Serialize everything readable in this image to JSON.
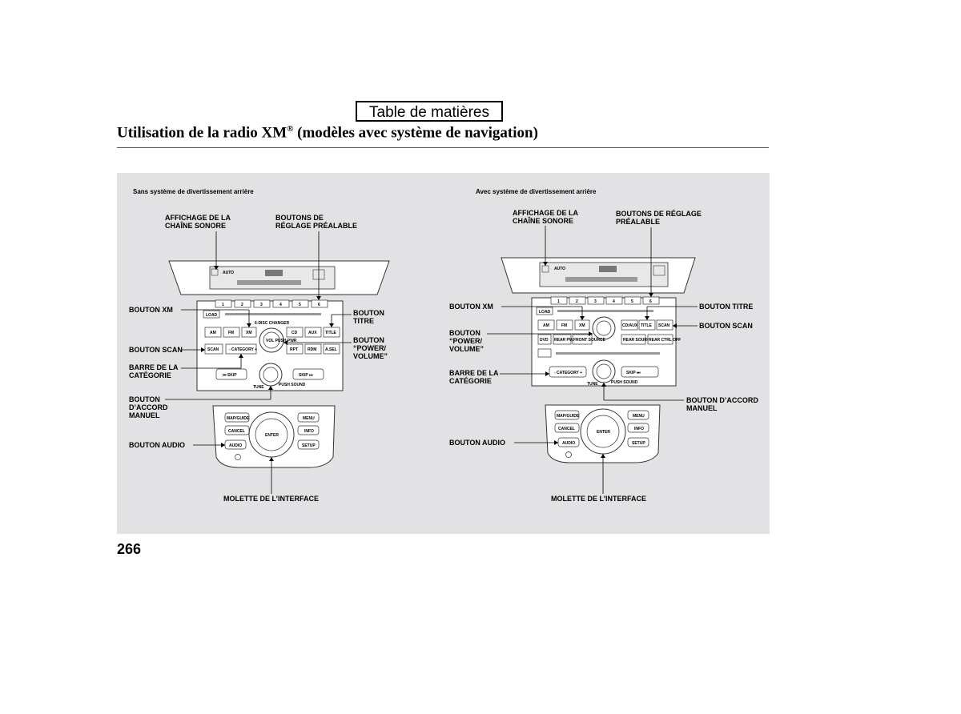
{
  "toc_button": "Table de matières",
  "title": {
    "main": "Utilisation de la radio XM",
    "reg": "®",
    "rest": " (modèles avec système de navigation)"
  },
  "page_number": "266",
  "left_diagram": {
    "subtitle": "Sans système de divertissement arrière",
    "labels": {
      "affichage_1": "AFFICHAGE DE LA",
      "affichage_2": "CHAÎNE SONORE",
      "boutons_1": "BOUTONS DE",
      "boutons_2": "RÉGLAGE PRÉALABLE",
      "xm": "BOUTON XM",
      "titre_1": "BOUTON",
      "titre_2": "TITRE",
      "scan": "BOUTON SCAN",
      "power_1": "BOUTON",
      "power_2": "“POWER/",
      "power_3": "VOLUME”",
      "barre_1": "BARRE DE LA",
      "barre_2": "CATÉGORIE",
      "accord_1": "BOUTON",
      "accord_2": "D’ACCORD",
      "accord_3": "MANUEL",
      "audio": "BOUTON AUDIO",
      "molette": "MOLETTE DE L’INTERFACE"
    }
  },
  "right_diagram": {
    "subtitle": "Avec système de divertissement arrière",
    "labels": {
      "affichage_1": "AFFICHAGE DE LA",
      "affichage_2": "CHAÎNE SONORE",
      "boutons_1": "BOUTONS DE RÉGLAGE",
      "boutons_2": "PRÉALABLE",
      "xm": "BOUTON XM",
      "titre": "BOUTON TITRE",
      "power_1": "BOUTON",
      "power_2": "“POWER/",
      "power_3": "VOLUME”",
      "scan": "BOUTON SCAN",
      "barre_1": "BARRE DE LA",
      "barre_2": "CATÉGORIE",
      "accord_1": "BOUTON D’ACCORD",
      "accord_2": "MANUEL",
      "audio": "BOUTON AUDIO",
      "molette": "MOLETTE DE L’INTERFACE"
    }
  },
  "unit": {
    "presets": [
      "1",
      "2",
      "3",
      "4",
      "5",
      "6"
    ],
    "load": "LOAD",
    "changer": "6-DISC CHANGER",
    "am": "AM",
    "fm": "FM",
    "xm": "XM",
    "cd": "CD",
    "aux": "AUX",
    "title": "TITLE",
    "scan": "SCAN",
    "category": "- CATEGORY +",
    "rpt": "RPT",
    "rdm": "RDM",
    "asel": "A.SEL",
    "vol": "VOL PUSH PWR",
    "skip_l": "⏮ SKIP",
    "skip_r": "SKIP ⏭",
    "tune": "TUNE",
    "push_sound": "PUSH SOUND",
    "cdaux": "CD/AUX",
    "dvd": "DVD",
    "rear_pwr": "REAR PWR",
    "front_source": "FRONT SOURCE",
    "rear_source": "REAR SOURCE",
    "rear_ctrl_off": "REAR CTRL OFF",
    "map_guide": "MAP/GUIDE",
    "menu": "MENU",
    "cancel": "CANCEL",
    "info": "INFO",
    "audio": "AUDIO",
    "setup": "SETUP",
    "enter": "ENTER",
    "auto": "AUTO"
  }
}
